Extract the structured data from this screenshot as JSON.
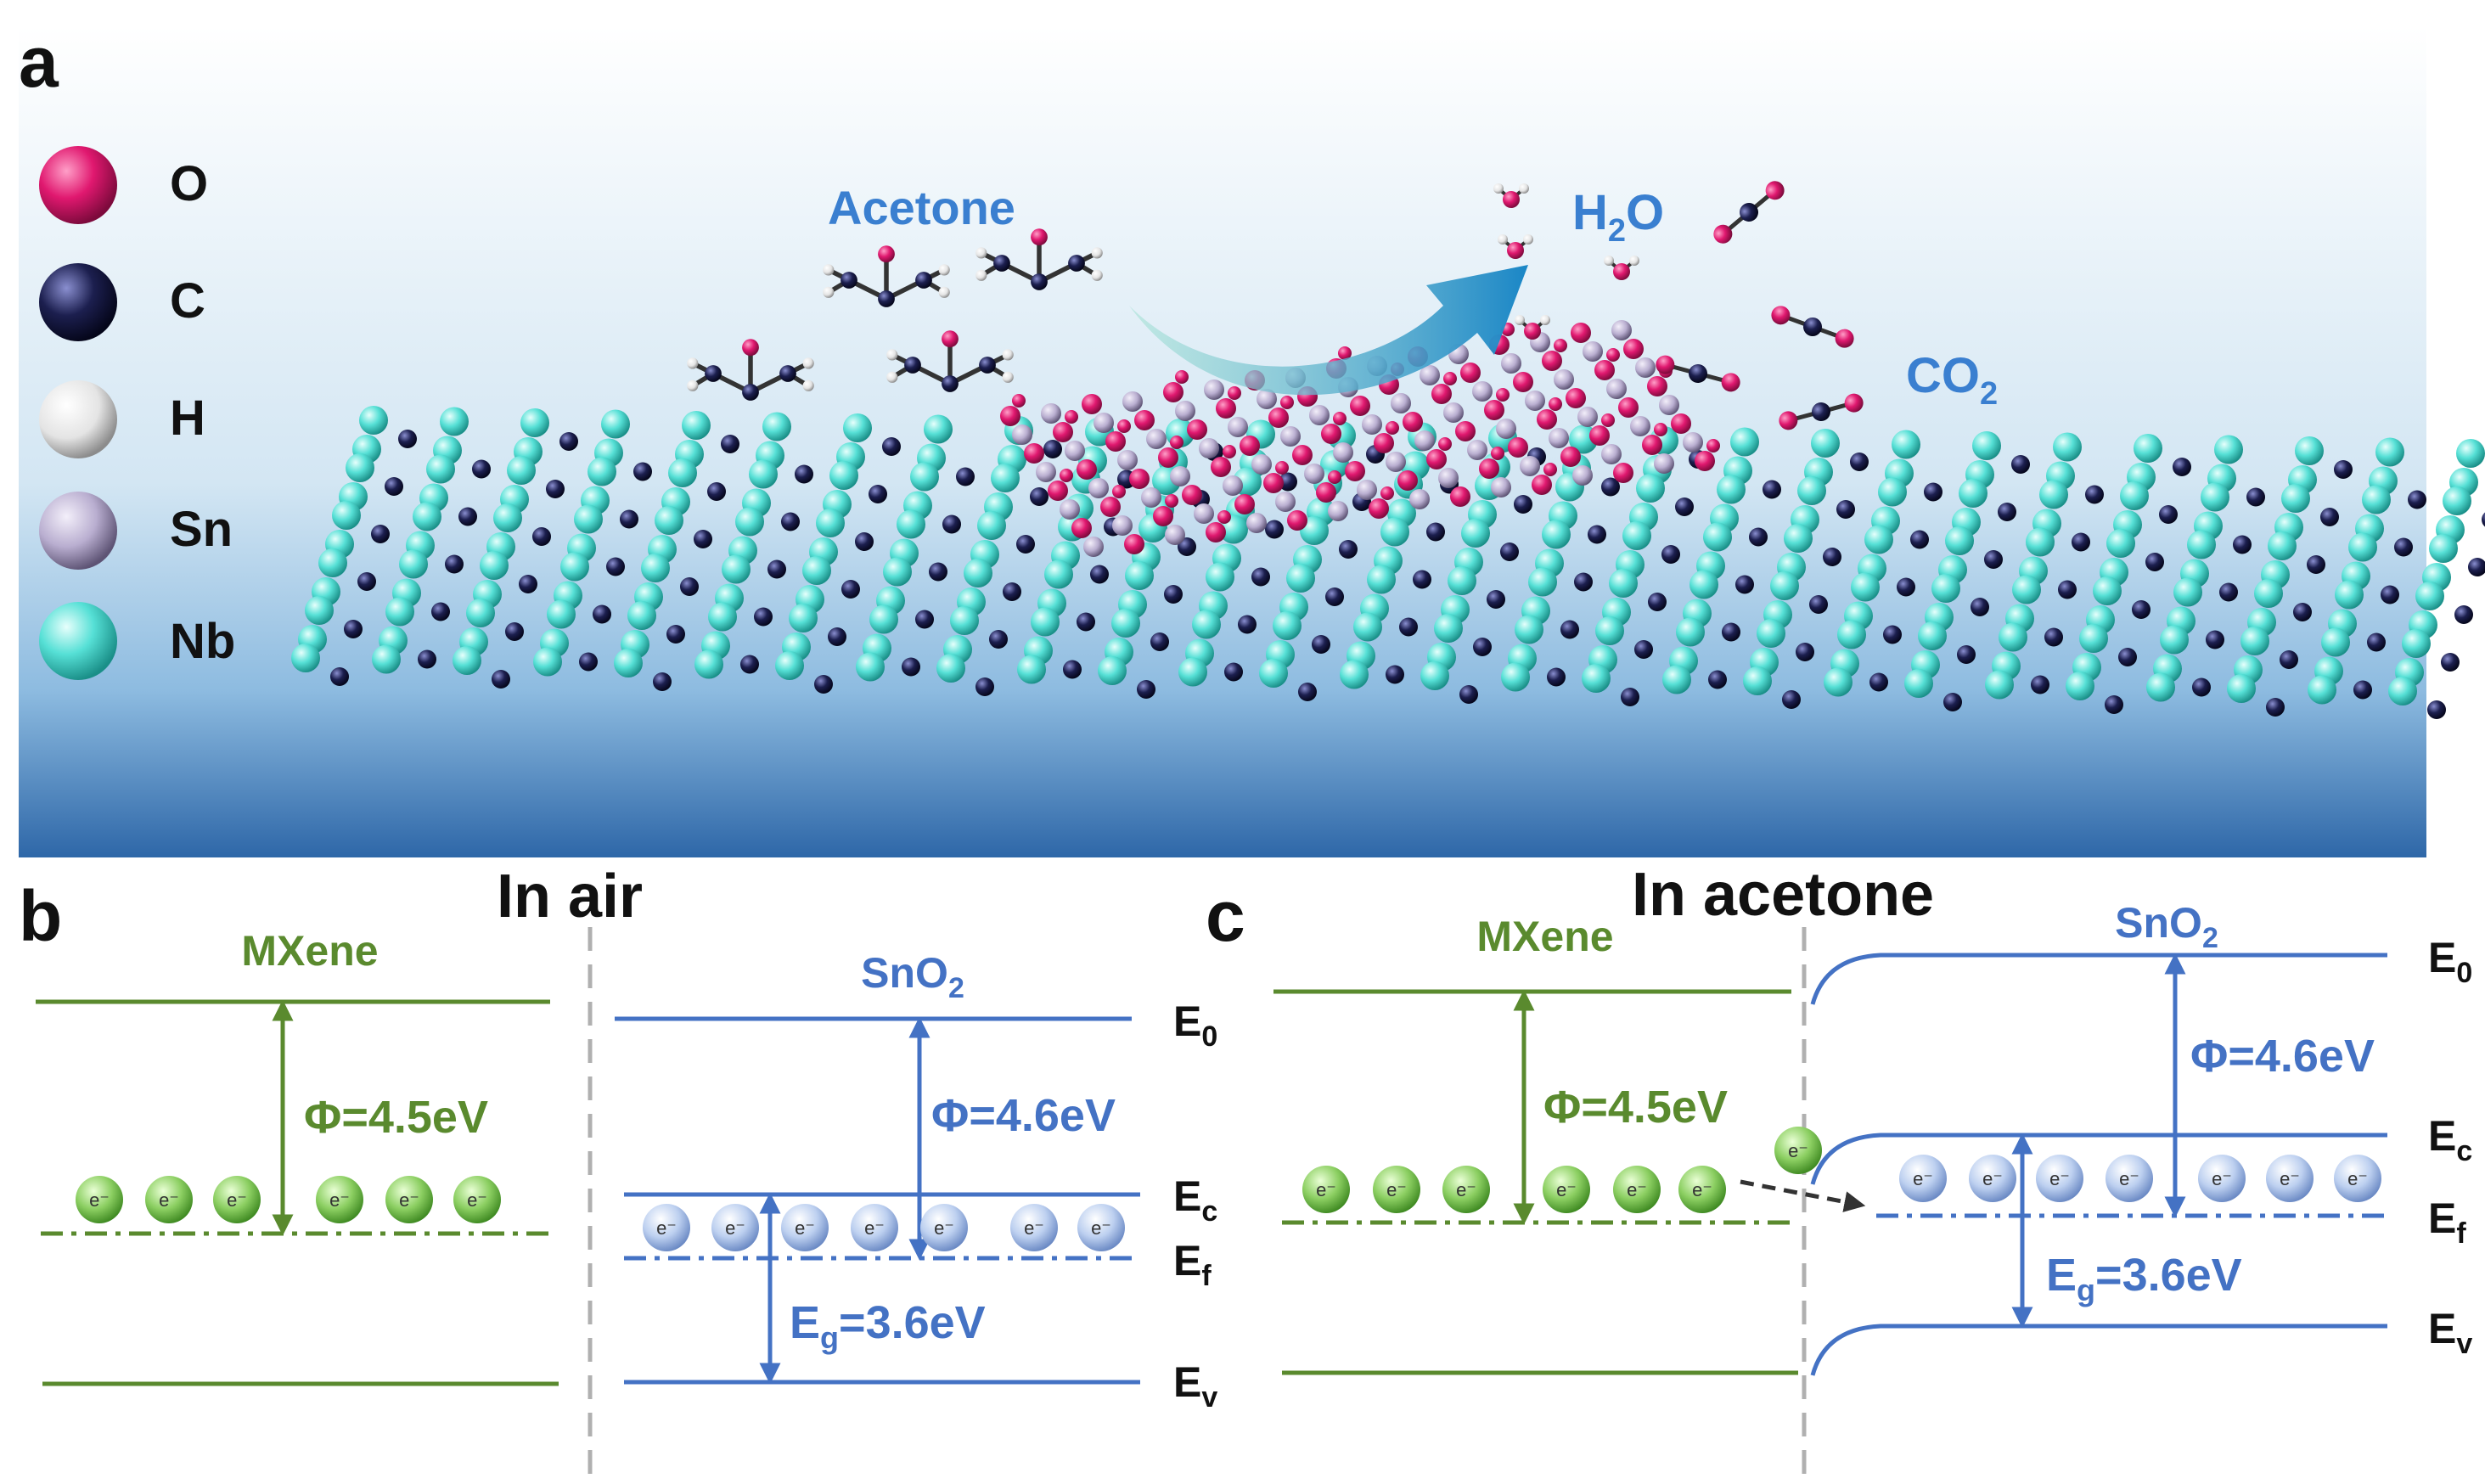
{
  "panel_a": {
    "label": "a",
    "legend": [
      {
        "symbol": "O",
        "color": "#e0186f"
      },
      {
        "symbol": "C",
        "color": "#1c1f4f"
      },
      {
        "symbol": "H",
        "color": "#e8e8e8"
      },
      {
        "symbol": "Sn",
        "color": "#b9aed0"
      },
      {
        "symbol": "Nb",
        "color": "#56e0d6"
      }
    ],
    "acetone_label": "Acetone",
    "h2o_label": {
      "base": "H",
      "sub": "2",
      "rest": "O"
    },
    "co2_label": {
      "base": "CO",
      "sub": "2"
    },
    "colors": {
      "background_top": "#ffffff",
      "background_bottom": "#2e67a8",
      "text_blue": "#3a7fd0",
      "arrow_start": "#7fd3c8",
      "arrow_end": "#1a8ac8"
    }
  },
  "panel_b": {
    "label": "b",
    "title": "In air",
    "mxene_label": "MXene",
    "sno2_label": {
      "base": "SnO",
      "sub": "2"
    },
    "phi_mxene": "Φ=4.5eV",
    "phi_sno2": "Φ=4.6eV",
    "bandgap": {
      "base": "E",
      "sub": "g",
      "rest": "=3.6eV"
    },
    "level_E0": {
      "base": "E",
      "sub": "0"
    },
    "level_Ec": {
      "base": "E",
      "sub": "c"
    },
    "level_Ef": {
      "base": "E",
      "sub": "f"
    },
    "level_Ev": {
      "base": "E",
      "sub": "v"
    },
    "electron_label": "e⁻",
    "mxene_electrons": 6,
    "sno2_electrons": 7
  },
  "panel_c": {
    "label": "c",
    "title": "In acetone",
    "mxene_label": "MXene",
    "sno2_label": {
      "base": "SnO",
      "sub": "2"
    },
    "phi_mxene": "Φ=4.5eV",
    "phi_sno2": "Φ=4.6eV",
    "bandgap": {
      "base": "E",
      "sub": "g",
      "rest": "=3.6eV"
    },
    "level_E0": {
      "base": "E",
      "sub": "0"
    },
    "level_Ec": {
      "base": "E",
      "sub": "c"
    },
    "level_Ef": {
      "base": "E",
      "sub": "f"
    },
    "level_Ev": {
      "base": "E",
      "sub": "v"
    },
    "electron_label": "e⁻",
    "mxene_electrons": 6,
    "sno2_electrons": 7
  },
  "colors": {
    "mxene_green": "#5a8a2e",
    "sno2_blue": "#4472c4",
    "divider_gray": "#b0b0b0"
  }
}
